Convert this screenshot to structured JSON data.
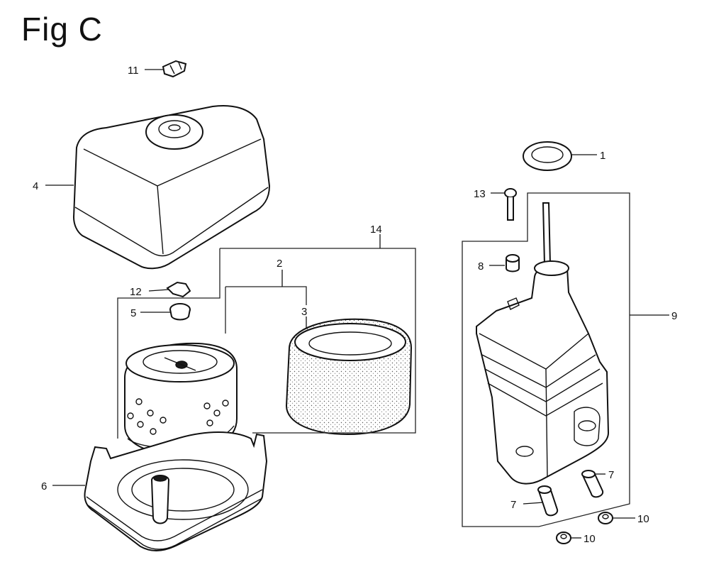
{
  "figure": {
    "title": "Fig C"
  },
  "callouts": {
    "c1": "1",
    "c2": "2",
    "c3": "3",
    "c4": "4",
    "c5": "5",
    "c6": "6",
    "c7a": "7",
    "c7b": "7",
    "c8": "8",
    "c9": "9",
    "c10a": "10",
    "c10b": "10",
    "c11": "11",
    "c12": "12",
    "c13": "13",
    "c14": "14"
  },
  "colors": {
    "ink": "#111111",
    "paper": "#ffffff"
  }
}
